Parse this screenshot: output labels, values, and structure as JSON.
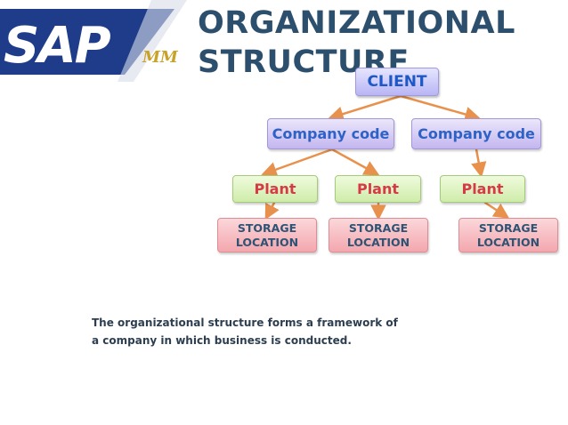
{
  "header": {
    "logo_text": "SAP",
    "logo_sub": "MM",
    "title_line1": "ORGANIZATIONAL",
    "title_line2": "STRUCTURE"
  },
  "colors": {
    "title": "#2d4f6e",
    "logo_blue": "#1f3c8a",
    "logo_sub": "#c9a22a",
    "arrow": "#e8914c"
  },
  "diagram": {
    "client": "CLIENT",
    "company_codes": [
      "Company code",
      "Company code"
    ],
    "plants": [
      "Plant",
      "Plant",
      "Plant"
    ],
    "storage_locations": [
      {
        "line1": "STORAGE",
        "line2": "LOCATION"
      },
      {
        "line1": "STORAGE",
        "line2": "LOCATION"
      },
      {
        "line1": "STORAGE",
        "line2": "LOCATION"
      }
    ]
  },
  "description": {
    "line1": "The organizational structure forms a framework of",
    "line2": "a company in which business is conducted."
  }
}
